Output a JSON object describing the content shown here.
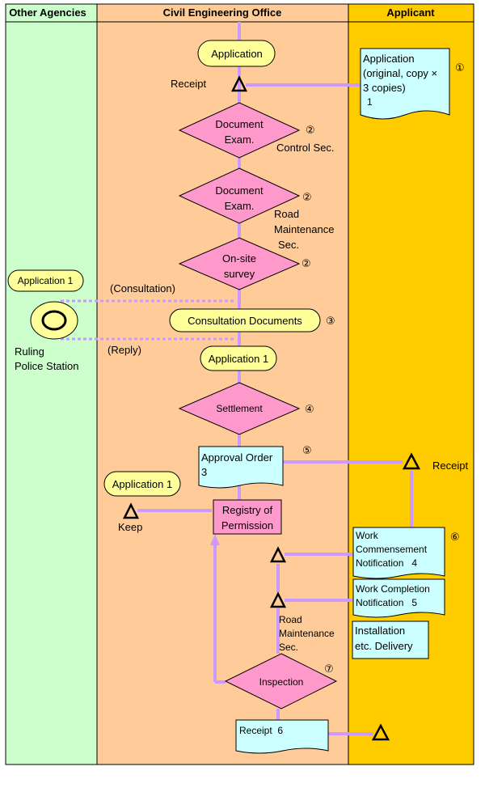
{
  "lanes": {
    "left": "Other Agencies",
    "center": "Civil Engineering Office",
    "right": "Applicant"
  },
  "colors": {
    "lane_left": "#ccffcc",
    "lane_center": "#ffcc99",
    "lane_right": "#ffcc00",
    "connector": "#cc99ff",
    "terminal_fill": "#ffff99",
    "decision_fill": "#ff99cc",
    "document_fill": "#ccffff",
    "process_fill": "#ff99cc"
  },
  "nodes": {
    "application": "Application",
    "receipt_label_1": "Receipt",
    "applicant_doc_line1": "Application",
    "applicant_doc_line2": "(original, copy ×",
    "applicant_doc_line3": "3 copies)",
    "applicant_doc_line4": "1",
    "step_1": "①",
    "doc_exam_1_line1": "Document",
    "doc_exam_1_line2": "Exam.",
    "step_2a": "②",
    "control_sec": "Control Sec.",
    "doc_exam_2_line1": "Document",
    "doc_exam_2_line2": "Exam.",
    "step_2b": "②",
    "road_maint_1": "Road",
    "road_maint_2": "Maintenance",
    "road_maint_3": "Sec.",
    "onsite_line1": "On-site",
    "onsite_line2": "survey",
    "step_2c": "②",
    "police_app": "Application 1",
    "consultation": "(Consultation)",
    "consultation_docs": "Consultation Documents",
    "step_3": "③",
    "reply": "(Reply)",
    "ruling_1": "Ruling",
    "ruling_2": "Police Station",
    "application_1": "Application 1",
    "settlement": "Settlement",
    "step_4": "④",
    "approval_order_1": "Approval Order",
    "approval_order_2": "3",
    "step_5": "⑤",
    "receipt_label_2": "Receipt",
    "app1_keep": "Application 1",
    "keep": "Keep",
    "registry_1": "Registry of",
    "registry_2": "Permission",
    "work_comm_1": "Work",
    "work_comm_2": "Commensement",
    "work_comm_3": "Notification   4",
    "step_6": "⑥",
    "work_compl_1": "Work Completion",
    "work_compl_2": "Notification   5",
    "install_1": "Installation",
    "install_2": "etc. Delivery",
    "road_maint_b1": "Road",
    "road_maint_b2": "Maintenance",
    "road_maint_b3": "Sec.",
    "inspection": "Inspection",
    "step_7": "⑦",
    "receipt_6": "Receipt  6"
  }
}
